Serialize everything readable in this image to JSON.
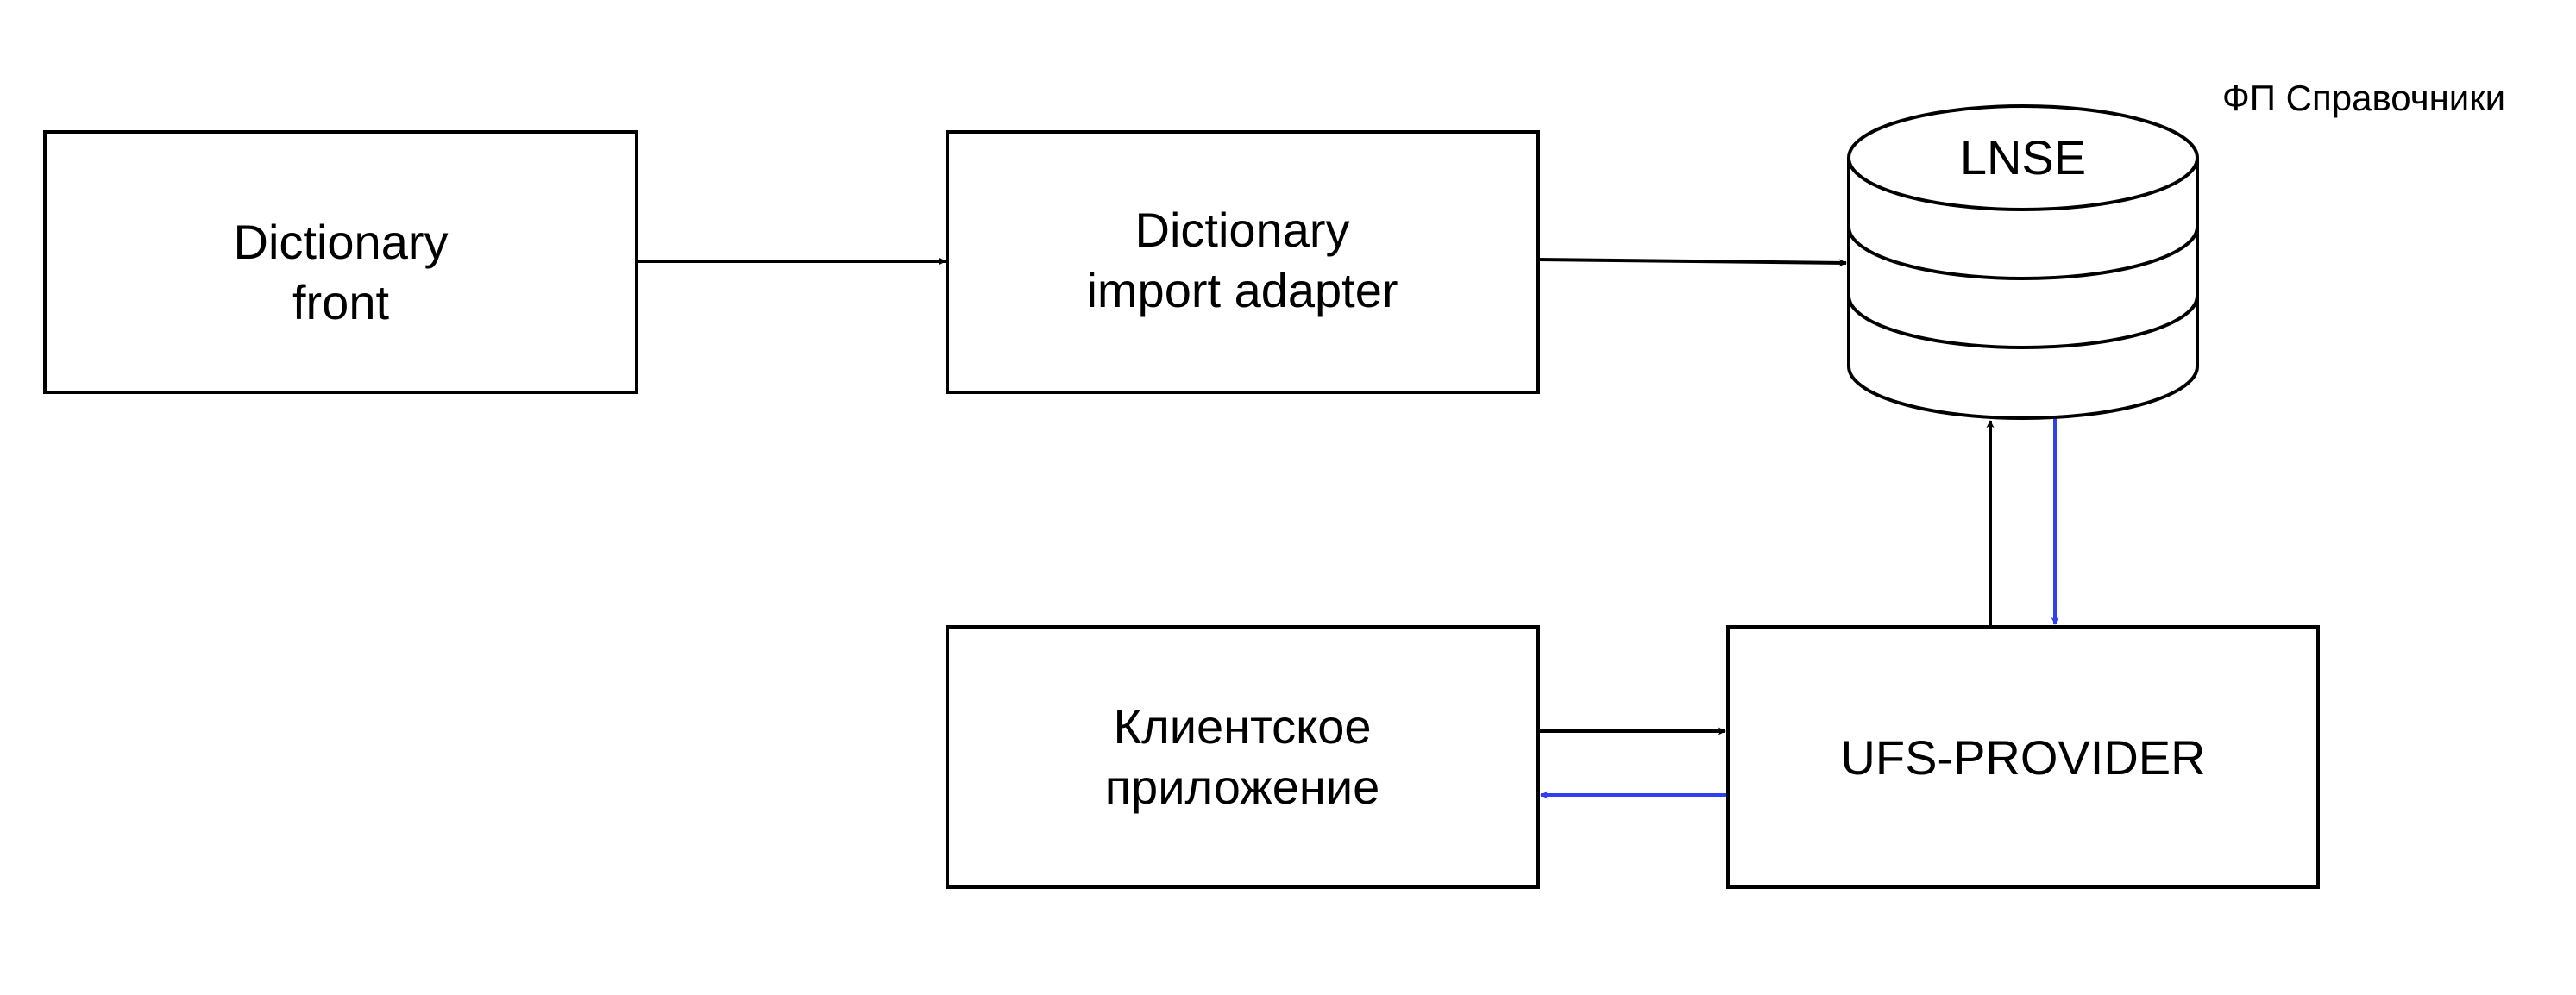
{
  "diagram": {
    "caption": "ФП Справочники",
    "nodes": {
      "dictionary_front": {
        "lines": [
          "Dictionary",
          "front"
        ]
      },
      "import_adapter": {
        "lines": [
          "Dictionary",
          "import adapter"
        ]
      },
      "lnse": {
        "label": "LNSE"
      },
      "client_app": {
        "lines": [
          "Клиентское",
          "приложение"
        ]
      },
      "ufs_provider": {
        "label": "UFS-PROVIDER"
      }
    },
    "colors": {
      "line": "#000000",
      "response": "#3040f0"
    }
  }
}
